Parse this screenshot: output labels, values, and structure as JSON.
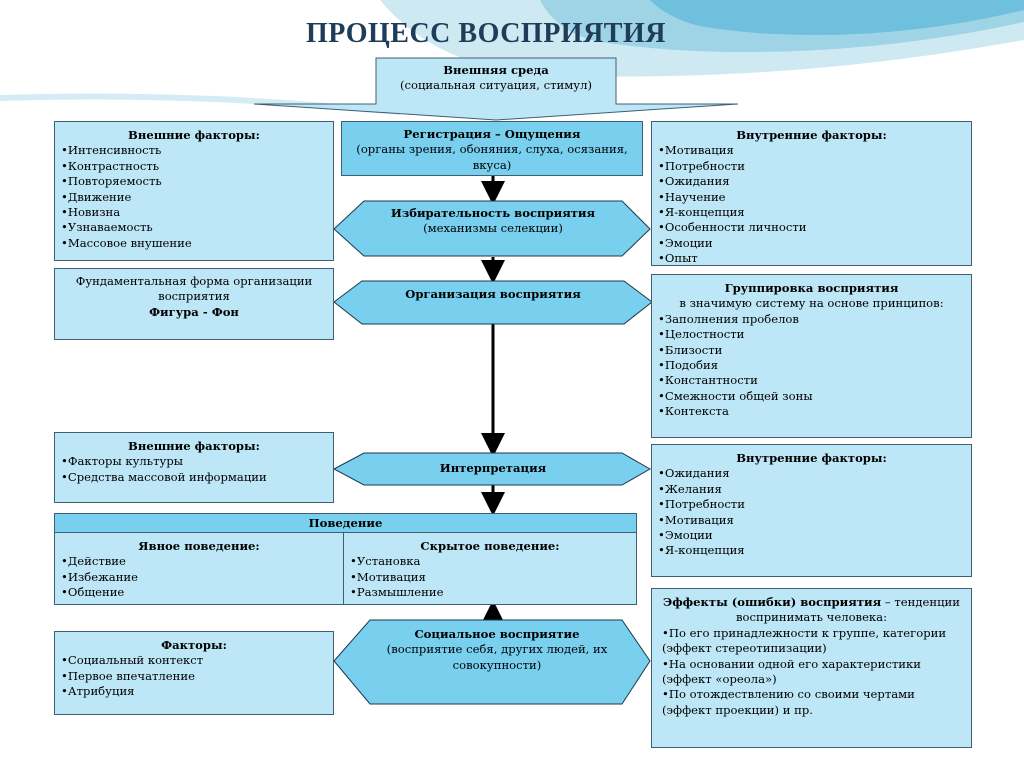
{
  "title": "ПРОЦЕСС ВОСПРИЯТИЯ",
  "env": {
    "head": "Внешняя среда",
    "sub": "(социальная ситуация, стимул)"
  },
  "ext1": {
    "head": "Внешние факторы:",
    "items": [
      "Интенсивность",
      "Контрастность",
      "Повторяемость",
      "Движение",
      "Новизна",
      "Узнаваемость",
      "Массовое внушение"
    ]
  },
  "reg": {
    "head": "Регистрация – Ощущения",
    "sub": "(органы зрения, обоняния, слуха, осязания, вкуса)"
  },
  "int1": {
    "head": "Внутренние факторы:",
    "items": [
      "Мотивация",
      "Потребности",
      "Ожидания",
      "Научение",
      "Я-концепция",
      "Особенности личности",
      "Эмоции",
      "Опыт"
    ]
  },
  "sel": {
    "head": "Избирательность восприятия",
    "sub": "(механизмы селекции)"
  },
  "fund": {
    "line1": "Фундаментальная форма организации",
    "line2": "восприятия",
    "head": "Фигура - Фон"
  },
  "org": {
    "head": "Организация восприятия"
  },
  "grp": {
    "head": "Группировка восприятия",
    "sub": "в значимую систему на основе принципов:",
    "items": [
      "Заполнения пробелов",
      "Целостности",
      "Близости",
      "Подобия",
      "Константности",
      "Смежности общей зоны",
      "Контекста"
    ]
  },
  "ext2": {
    "head": "Внешние факторы:",
    "items": [
      "Факторы культуры",
      "Средства массовой информации"
    ]
  },
  "interp": {
    "head": "Интерпретация"
  },
  "int2": {
    "head": "Внутренние факторы:",
    "items": [
      "Ожидания",
      "Желания",
      "Потребности",
      "Мотивация",
      "Эмоции",
      "Я-концепция"
    ]
  },
  "beh": {
    "head": "Поведение",
    "left": {
      "head": "Явное поведение:",
      "items": [
        "Действие",
        "Избежание",
        "Общение"
      ]
    },
    "right": {
      "head": "Скрытое поведение:",
      "items": [
        "Установка",
        "Мотивация",
        "Размышление"
      ]
    }
  },
  "fac": {
    "head": "Факторы:",
    "items": [
      "Социальный контекст",
      "Первое впечатление",
      "Атрибуция"
    ]
  },
  "soc": {
    "head": "Социальное восприятие",
    "sub": "(восприятие себя, других людей, их совокупности)"
  },
  "eff": {
    "head": "Эффекты (ошибки) восприятия",
    "rest": " – тенденции воспринимать человека:",
    "items": [
      "По его принадлежности к группе, категории (эффект стереотипизации)",
      "На основании одной его характеристики (эффект «ореола»)",
      "По отождествлению со своими чертами (эффект проекции) и пр."
    ]
  },
  "colors": {
    "box": "#bde7f6",
    "box_dark": "#79cfee",
    "border": "#3f5f73",
    "title": "#1f3d58"
  }
}
